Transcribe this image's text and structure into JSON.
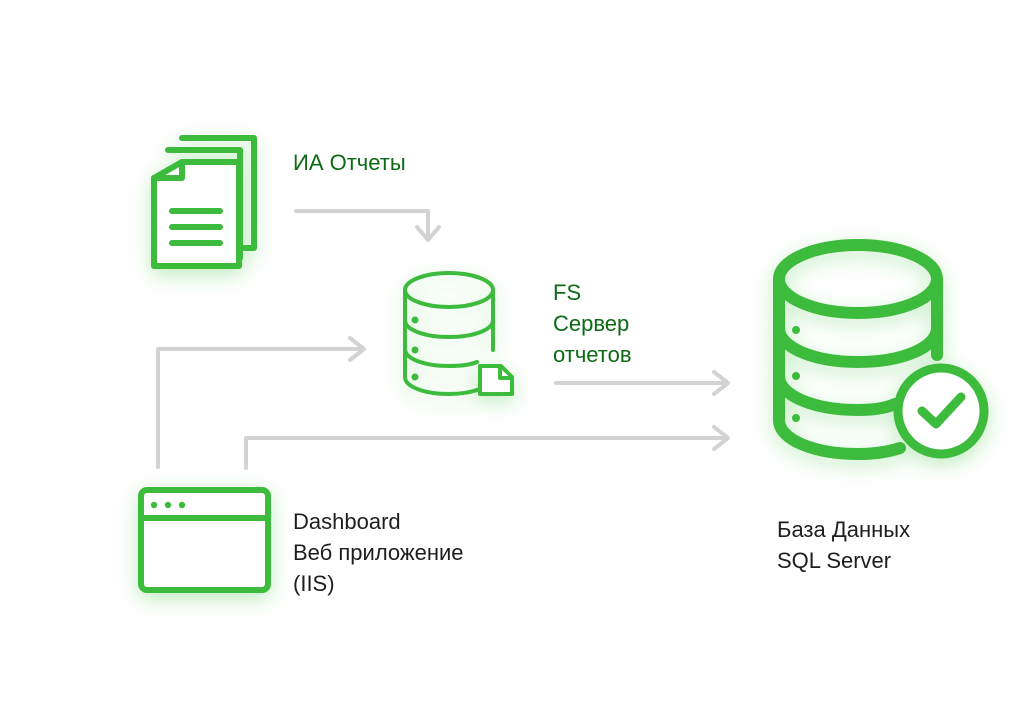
{
  "colors": {
    "icon_green": "#3dbb3d",
    "arrow_gray": "#d3d3d3",
    "label_green": "#0c6b14",
    "label_dark": "#1e1e1e",
    "background": "#ffffff"
  },
  "nodes": {
    "reports": {
      "icon": "documents-icon",
      "label": "ИА Отчеты"
    },
    "fs_server": {
      "icon": "database-file-icon",
      "lines": [
        "FS",
        "Сервер",
        "отчетов"
      ]
    },
    "dashboard": {
      "icon": "browser-window-icon",
      "lines": [
        "Dashboard",
        "Веб приложение",
        "(IIS)"
      ]
    },
    "database": {
      "icon": "database-check-icon",
      "lines": [
        "База Данных",
        "SQL Server"
      ]
    }
  },
  "edges": [
    {
      "from": "reports",
      "to": "fs_server"
    },
    {
      "from": "dashboard",
      "to": "fs_server"
    },
    {
      "from": "fs_server",
      "to": "database"
    },
    {
      "from": "dashboard",
      "to": "database"
    }
  ]
}
